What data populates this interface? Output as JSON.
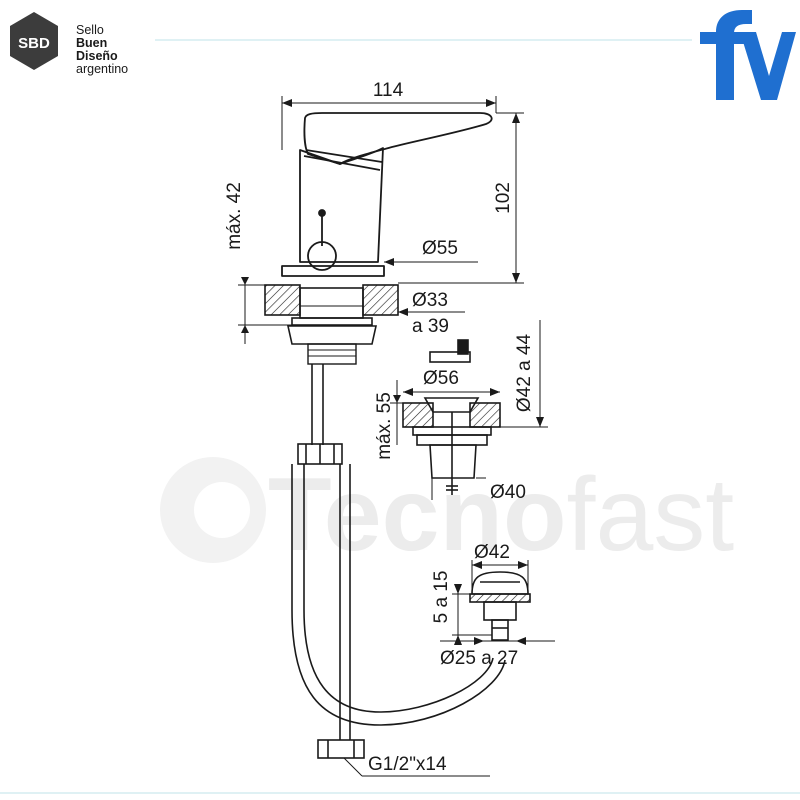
{
  "logos": {
    "sbd": {
      "badge": "SBD",
      "line1": "Sello",
      "line2": "Buen",
      "line3": "Diseño",
      "line4": "argentino",
      "color": "#3c3c3c"
    },
    "brand": {
      "text": "fv",
      "color": "#1f6fd0"
    }
  },
  "watermark": {
    "text_bold": "Tecno",
    "text_light": "fast",
    "color": "#ececec"
  },
  "dimensions": {
    "width_total": "114",
    "height_total": "102",
    "max_counter_thickness": "máx. 42",
    "base_diameter": "Ø55",
    "hole_diameter": "Ø33",
    "hole_range": "a 39",
    "drain_diameter": "Ø56",
    "drain_max_thickness": "máx. 55",
    "drain_hole_range": "Ø42 a 44",
    "drain_body_diameter": "Ø40",
    "overflow_diameter": "Ø42",
    "overflow_height": "5 a 15",
    "overflow_hole_range": "Ø25 a 27",
    "hose_connection": "G1/2\"x14"
  },
  "colors": {
    "line": "#1a1a1a",
    "rule": "#bfe3e9"
  }
}
